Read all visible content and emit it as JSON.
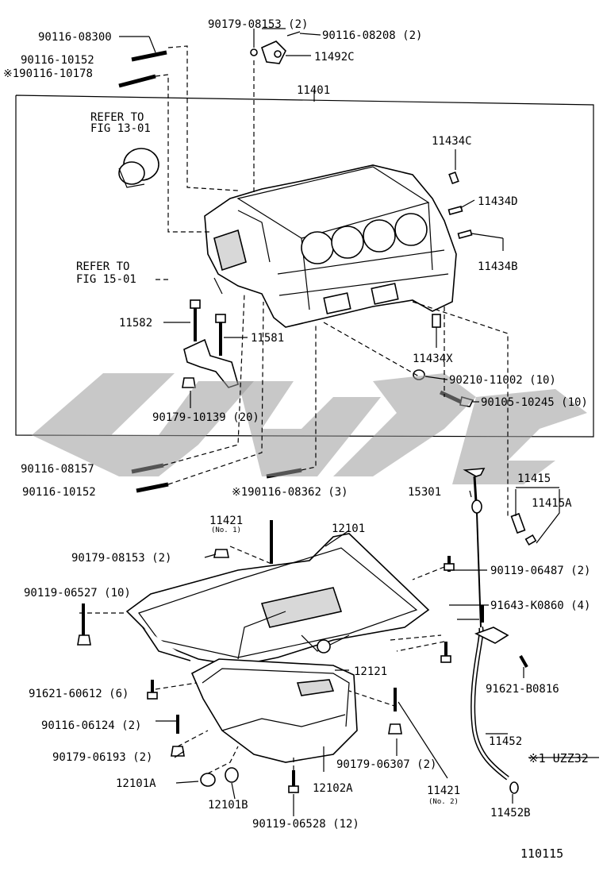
{
  "labels": {
    "p90116_08300": "90116-08300",
    "p90179_08153_2a": "90179-08153 (2)",
    "p90116_08208": "90116-08208 (2)",
    "p11492C": "11492C",
    "p90116_10152a": "90116-10152",
    "p90116_10178": "※190116-10178",
    "p11401": "11401",
    "refer13_a": "REFER TO",
    "refer13_b": "FIG 13-01",
    "p11434C": "11434C",
    "p11434D": "11434D",
    "p11434B": "11434B",
    "refer15_a": "REFER TO",
    "refer15_b": "FIG 15-01",
    "p11582": "11582",
    "p11581": "11581",
    "p11434X": "11434X",
    "p90210_11002": "90210-11002 (10)",
    "p90105_10245": "90105-10245 (10)",
    "p90179_10139": "90179-10139 (20)",
    "p90116_08157": "90116-08157",
    "p90116_10152b": "90116-10152",
    "p90116_08362": "※190116-08362 (3)",
    "p15301": "15301",
    "p11415": "11415",
    "p11415A": "11415A",
    "p11421_1": "11421",
    "p11421_1_no": "(No. 1)",
    "p12101": "12101",
    "p90179_08153_2b": "90179-08153 (2)",
    "p90119_06487": "90119-06487 (2)",
    "p90119_06527": "90119-06527 (10)",
    "p91643_K0860": "91643-K0860 (4)",
    "p12121": "12121",
    "p91621_60612": "91621-60612 (6)",
    "p91621_B0816": "91621-B0816",
    "p90116_06124": "90116-06124 (2)",
    "p11452": "11452",
    "p1UZZ32": "※1 UZZ32",
    "p90179_06193": "90179-06193 (2)",
    "p90179_06307": "90179-06307 (2)",
    "p12101A": "12101A",
    "p12102A": "12102A",
    "p11421_2": "11421",
    "p11421_2_no": "(No. 2)",
    "p12101B": "12101B",
    "p11452B": "11452B",
    "p90119_06528": "90119-06528 (12)",
    "figure_no": "110115"
  },
  "watermark": {
    "color": "#9a9a9a"
  },
  "icons": [
    "engine-block-icon",
    "oil-pan-icon",
    "dipstick-icon",
    "bolt-icon",
    "nut-icon",
    "gasket-icon"
  ]
}
